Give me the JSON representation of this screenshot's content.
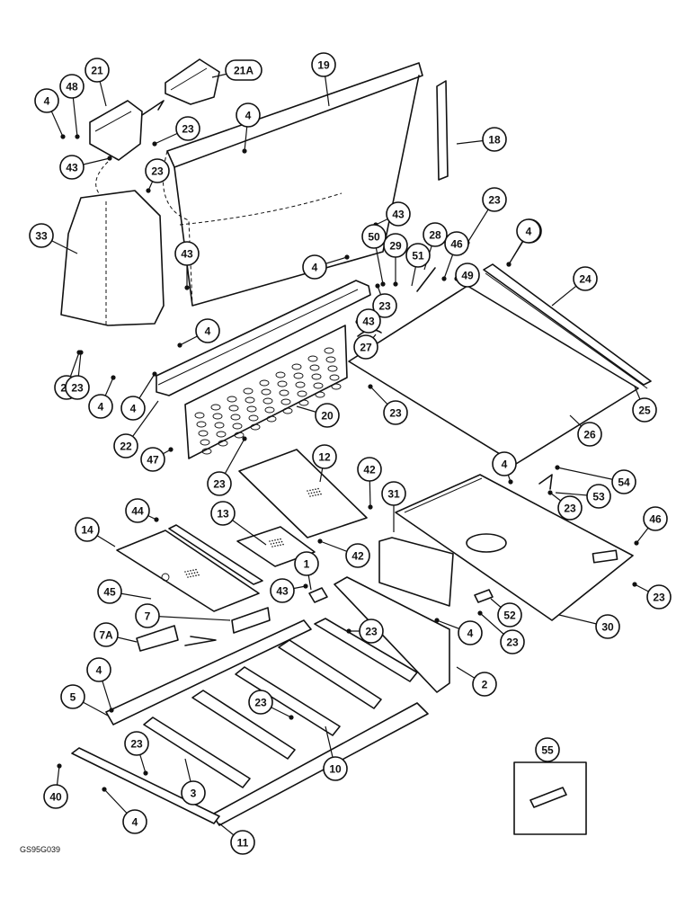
{
  "figure": {
    "reference_code": "GS95G039",
    "callouts": [
      {
        "label": "4"
      },
      {
        "label": "48"
      },
      {
        "label": "21"
      },
      {
        "label": "21A"
      },
      {
        "label": "19"
      },
      {
        "label": "23"
      },
      {
        "label": "43"
      },
      {
        "label": "33"
      },
      {
        "label": "18"
      },
      {
        "label": "50"
      },
      {
        "label": "29"
      },
      {
        "label": "28"
      },
      {
        "label": "46"
      },
      {
        "label": "51"
      },
      {
        "label": "49"
      },
      {
        "label": "24"
      },
      {
        "label": "27"
      },
      {
        "label": "25"
      },
      {
        "label": "26"
      },
      {
        "label": "20"
      },
      {
        "label": "22"
      },
      {
        "label": "47"
      },
      {
        "label": "12"
      },
      {
        "label": "42"
      },
      {
        "label": "31"
      },
      {
        "label": "54"
      },
      {
        "label": "53"
      },
      {
        "label": "44"
      },
      {
        "label": "13"
      },
      {
        "label": "14"
      },
      {
        "label": "1"
      },
      {
        "label": "45"
      },
      {
        "label": "7"
      },
      {
        "label": "7A"
      },
      {
        "label": "52"
      },
      {
        "label": "30"
      },
      {
        "label": "2"
      },
      {
        "label": "5"
      },
      {
        "label": "10"
      },
      {
        "label": "3"
      },
      {
        "label": "40"
      },
      {
        "label": "11"
      },
      {
        "label": "55"
      }
    ]
  }
}
